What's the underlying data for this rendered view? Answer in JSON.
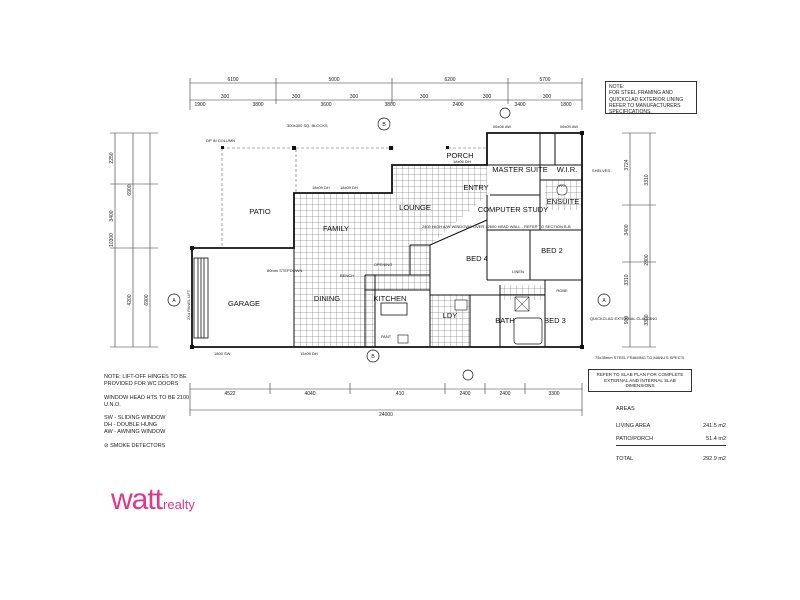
{
  "plan": {
    "rooms": {
      "patio": "PATIO",
      "family": "FAMILY",
      "garage": "GARAGE",
      "dining": "DINING",
      "kitchen": "KITCHEN",
      "lounge": "LOUNGE",
      "porch": "PORCH",
      "master_suite": "MASTER SUITE",
      "wir": "W.I.R.",
      "entry": "ENTRY",
      "computer_study": "COMPUTER STUDY",
      "ensuite": "ENSUITE",
      "bed2": "BED 2",
      "bed4": "BED 4",
      "bed3": "BED 3",
      "bath": "BATH",
      "ldy": "LDY",
      "linen": "LINEN",
      "pantry": "PANT",
      "bench": "BENCH",
      "opening": "OPENING",
      "shelves": "SHELVES",
      "robe": "ROBE",
      "wc": "WC"
    },
    "labels": {
      "dp_in_column": "DP IN COLUMN",
      "sq_blocks": "300x300 SQ. BLOCKS",
      "panel_lift": "2X4 PANEL LIFT",
      "stepdown": "80mm STEPDOWN",
      "high_windows": "2400 HIGH A/W WINDOWS OVER 12600 HEAD WALL - REFER TO SECTION B-B",
      "quickclad": "QUICKCLAD EXTERNAL CLADDING",
      "steel_framing": "75x35mm STEEL FRAMING TO MANU'S SPEC'S",
      "sw_bottom": "1800 SW",
      "dh_1": "18x09 DH",
      "dh_2": "18x09 DH",
      "dh_3": "18x06 DH",
      "dh_4": "15x09 DH",
      "aw_1": "06x06 AW",
      "aw_2": "06x09 AW"
    },
    "top_dims_row1": [
      "6100",
      "5000",
      "6200",
      "5700"
    ],
    "top_dims_row2": [
      "1900",
      "300",
      "3800",
      "300",
      "3600",
      "300",
      "3800",
      "300",
      "2400",
      "300",
      "3400",
      "300",
      "1800"
    ],
    "bottom_dims_row1": [
      "4522",
      "4040",
      "410",
      "2400",
      "2400",
      "3300"
    ],
    "bottom_dims_total": "24000",
    "left_dims": [
      "2250",
      "3400",
      "6900",
      "10300",
      "4200",
      "6900"
    ],
    "right_dims": [
      "3724",
      "3400",
      "3310",
      "3310",
      "2800",
      "900",
      "3300"
    ],
    "markers": [
      "A",
      "A",
      "B",
      "B"
    ]
  },
  "notes": {
    "top_right": "NOTE:\nFOR STEEL FRAMING AND QUICKCLAD EXTERIOR LINING REFER TO MANUFACTURERS SPECIFICATIONS.",
    "slab": "REFER TO SLAB PLAN FOR COMPLETE EXTERNAL AND INTERNAL SLAB DIMENSIONS",
    "left": "NOTE: LIFT-OFF HINGES TO BE PROVIDED FOR WC DOORS\n\nWINDOW HEAD HTS TO BE 2100 U.N.O.\n\nSW - SLIDING WINDOW\nDH - DOUBLE HUNG\nAW - AWNING WINDOW\n\n⊘ SMOKE DETECTORS"
  },
  "areas": {
    "heading": "AREAS",
    "living_label": "LIVING AREA",
    "living_value": "241.5 m2",
    "patio_label": "PATIO/PORCH",
    "patio_value": "51.4 m2",
    "total_label": "TOTAL",
    "total_value": "292.9 m2"
  },
  "logo": {
    "word": "watt",
    "suffix": "realty"
  }
}
